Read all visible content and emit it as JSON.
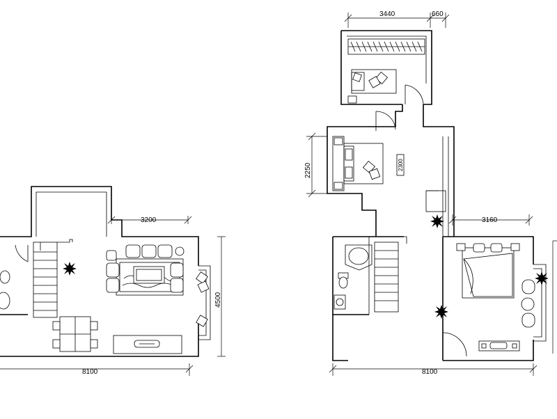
{
  "dimensions": {
    "left_top_width": "3200",
    "left_side_height": "4500",
    "left_bottom_width": "8100",
    "right_top_width_a": "3440",
    "right_top_width_b": "660",
    "right_left_height": "2250",
    "right_stair_note": "2300",
    "right_room_width": "3160",
    "right_bottom_width": "8100"
  },
  "colors": {
    "line": "#000000",
    "background": "#ffffff"
  },
  "icons": [
    "plant-icon",
    "sofa-icon",
    "dining-table-icon",
    "bed-icon",
    "toilet-icon",
    "bathtub-icon",
    "tv-cabinet-icon"
  ]
}
